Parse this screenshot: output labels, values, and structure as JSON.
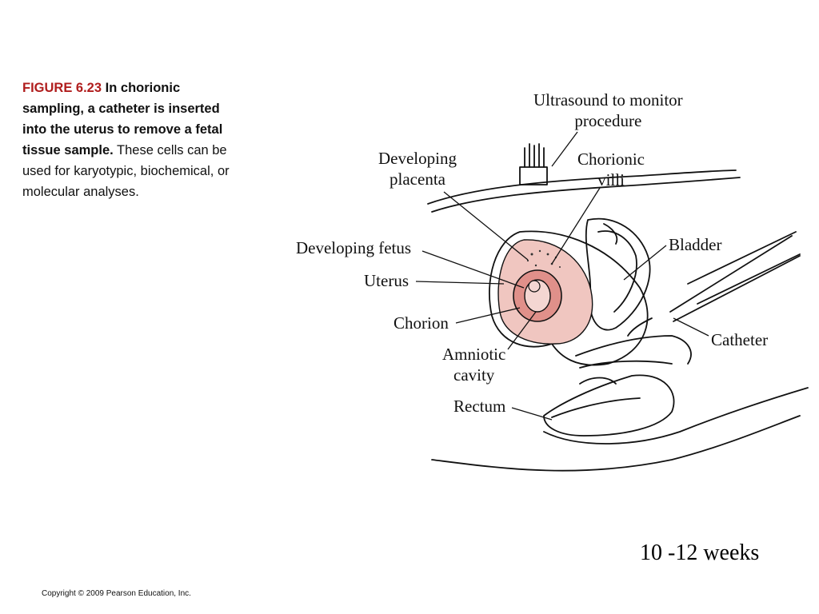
{
  "caption": {
    "figure_label": "FIGURE 6.23",
    "bold_text": "In chorionic sampling, a catheter is inserted into the uterus to remove a fetal tissue sample.",
    "normal_text": "These cells can be used for karyotypic, biochemical, or molecular analyses."
  },
  "labels": {
    "ultrasound_line1": "Ultrasound to monitor",
    "ultrasound_line2": "procedure",
    "placenta_line1": "Developing",
    "placenta_line2": "placenta",
    "villi_line1": "Chorionic",
    "villi_line2": "villi",
    "fetus": "Developing fetus",
    "uterus": "Uterus",
    "chorion": "Chorion",
    "amniotic_line1": "Amniotic",
    "amniotic_line2": "cavity",
    "rectum": "Rectum",
    "bladder": "Bladder",
    "catheter": "Catheter"
  },
  "weeks": "10 -12 weeks",
  "copyright": "Copyright © 2009 Pearson Education, Inc.",
  "colors": {
    "figure_label": "#b01d1d",
    "tissue_pink": "#f0c6c0",
    "sac_pink": "#e0908a"
  }
}
